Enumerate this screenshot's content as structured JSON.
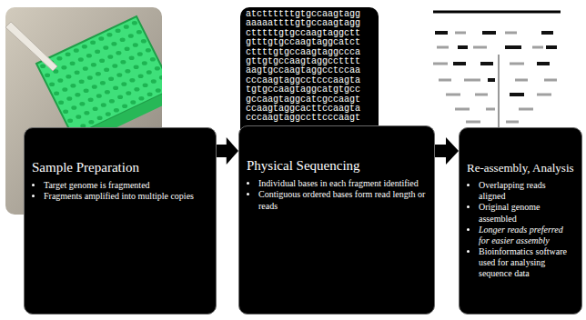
{
  "diagram": {
    "nodes": [
      {
        "text": [
          "Sample Preparation",
          "Target genome is fragmented",
          "Fragments amplified into multiple copies"
        ]
      },
      {
        "text": [
          "Physical Sequencing",
          "Individual bases in each fragment identified",
          "Contiguous ordered bases form read length or reads"
        ]
      },
      {
        "text": [
          "Re-assembly, Analysis",
          "Overlapping reads aligned",
          "Original genome assembled",
          "Longer reads preferred for easier assembly",
          "Bioinformatics software used for analysing sequence data"
        ]
      }
    ],
    "edges": [
      {
        "from": 0,
        "to": 1,
        "arrow": "to"
      },
      {
        "from": 1,
        "to": 2,
        "arrow": "to"
      }
    ],
    "labels": [
      "atcttttttgtgccaagtagg",
      "aaaaattttgtgccaagtagg",
      "ctttttgtgccaagtaggctt",
      "gtttgtgccaagtaggcatct",
      "cttttgtgccaagtaggccca",
      "gttgtgccaagtaggcctttt",
      "aagtgccaagtaggcctccaa",
      "cccaagtaggcctcccaagta",
      "tgtgccaagtaggcatgtgcc",
      "gccaagtaggcatcgccaagt",
      "ccaagtaggcacttccaagta",
      "cccaagtaggccttcccaagt"
    ]
  }
}
